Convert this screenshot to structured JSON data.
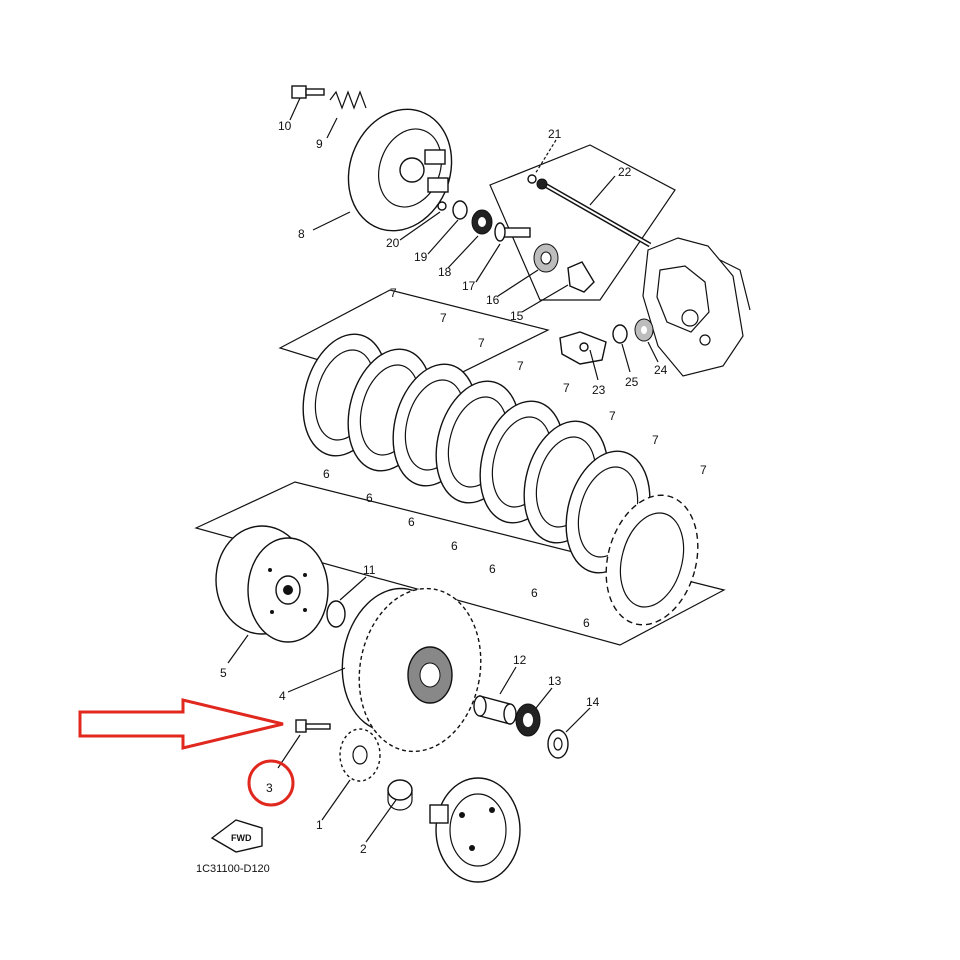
{
  "diagram": {
    "drawing_code": "1C31100-D120",
    "fwd_label": "FWD",
    "callouts": [
      {
        "id": "10",
        "label": "10"
      },
      {
        "id": "9",
        "label": "9"
      },
      {
        "id": "8",
        "label": "8"
      },
      {
        "id": "21",
        "label": "21"
      },
      {
        "id": "22",
        "label": "22"
      },
      {
        "id": "20",
        "label": "20"
      },
      {
        "id": "19",
        "label": "19"
      },
      {
        "id": "18",
        "label": "18"
      },
      {
        "id": "17",
        "label": "17"
      },
      {
        "id": "16",
        "label": "16"
      },
      {
        "id": "15",
        "label": "15"
      },
      {
        "id": "23",
        "label": "23"
      },
      {
        "id": "25",
        "label": "25"
      },
      {
        "id": "24",
        "label": "24"
      },
      {
        "id": "7a",
        "label": "7"
      },
      {
        "id": "7b",
        "label": "7"
      },
      {
        "id": "7c",
        "label": "7"
      },
      {
        "id": "7d",
        "label": "7"
      },
      {
        "id": "7e",
        "label": "7"
      },
      {
        "id": "7f",
        "label": "7"
      },
      {
        "id": "7g",
        "label": "7"
      },
      {
        "id": "7h",
        "label": "7"
      },
      {
        "id": "6a",
        "label": "6"
      },
      {
        "id": "6b",
        "label": "6"
      },
      {
        "id": "6c",
        "label": "6"
      },
      {
        "id": "6d",
        "label": "6"
      },
      {
        "id": "6e",
        "label": "6"
      },
      {
        "id": "6f",
        "label": "6"
      },
      {
        "id": "6g",
        "label": "6"
      },
      {
        "id": "11",
        "label": "11"
      },
      {
        "id": "5",
        "label": "5"
      },
      {
        "id": "4",
        "label": "4"
      },
      {
        "id": "12",
        "label": "12"
      },
      {
        "id": "13",
        "label": "13"
      },
      {
        "id": "14",
        "label": "14"
      },
      {
        "id": "3",
        "label": "3"
      },
      {
        "id": "1",
        "label": "1"
      },
      {
        "id": "2",
        "label": "2"
      }
    ],
    "colors": {
      "annotation_red": "#e0281e",
      "line": "#111111",
      "background": "#ffffff"
    }
  }
}
